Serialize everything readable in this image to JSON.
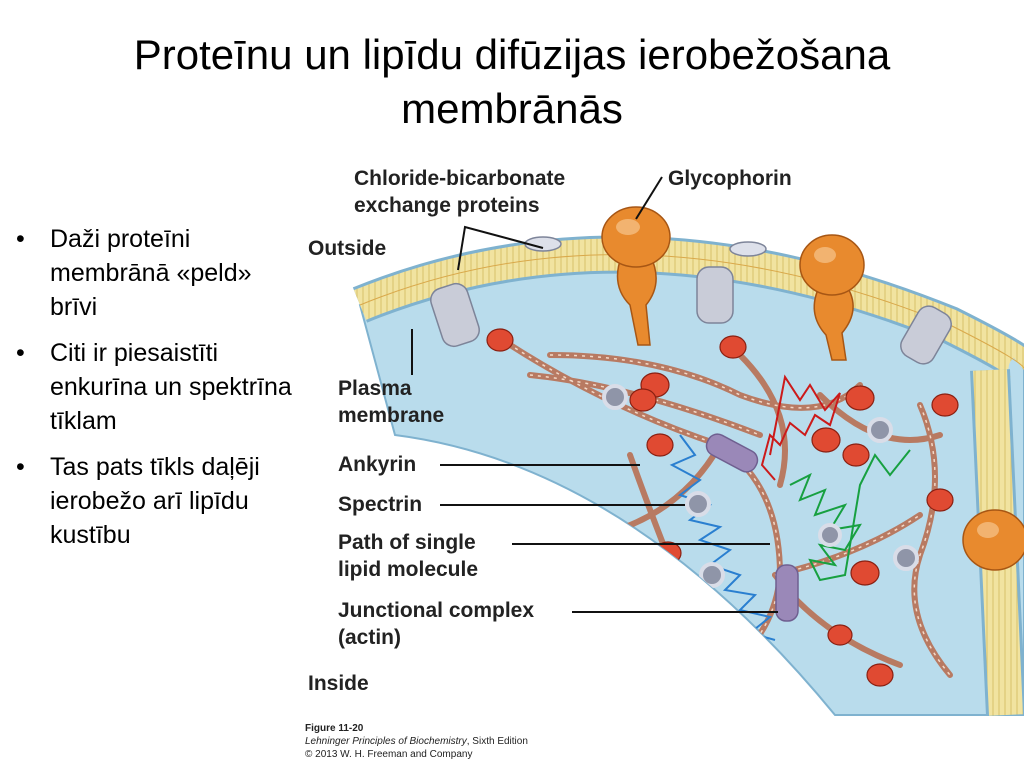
{
  "title": {
    "line1": "Proteīnu un lipīdu difūzijas ierobežošana",
    "line2": "membrānās"
  },
  "bullets": [
    "Daži proteīni membrānā «peld» brīvi",
    "Citi ir piesaistīti enkurīna un spektrīna tīklam",
    "Tas pats tīkls daļēji ierobežo arī lipīdu kustību"
  ],
  "bullet_glyph": "•",
  "figure": {
    "labels": {
      "chloride1": "Chloride-bicarbonate",
      "chloride2": "exchange proteins",
      "glycophorin": "Glycophorin",
      "outside": "Outside",
      "plasma1": "Plasma",
      "plasma2": "membrane",
      "ankyrin": "Ankyrin",
      "spectrin": "Spectrin",
      "path1": "Path of single",
      "path2": "lipid molecule",
      "junction1": "Junctional complex",
      "junction2": "(actin)",
      "inside": "Inside"
    },
    "caption": {
      "figure": "Figure 11-20",
      "book": "Lehninger Principles of Biochemistry",
      "edition": ", Sixth Edition",
      "copyright": "© 2013 W. H. Freeman and Company"
    },
    "colors": {
      "cytoplasm": "#b9dcec",
      "membrane": "#f1e3a0",
      "band3": "#c9ccd8",
      "glycophorin": "#e88a2e",
      "spectrin": "#b87a62",
      "ankyrin": "#e04a32",
      "junction": "#9a88b8",
      "path_blue": "#2a7fd0",
      "path_red": "#cc1a1a",
      "path_green": "#17a040"
    }
  }
}
